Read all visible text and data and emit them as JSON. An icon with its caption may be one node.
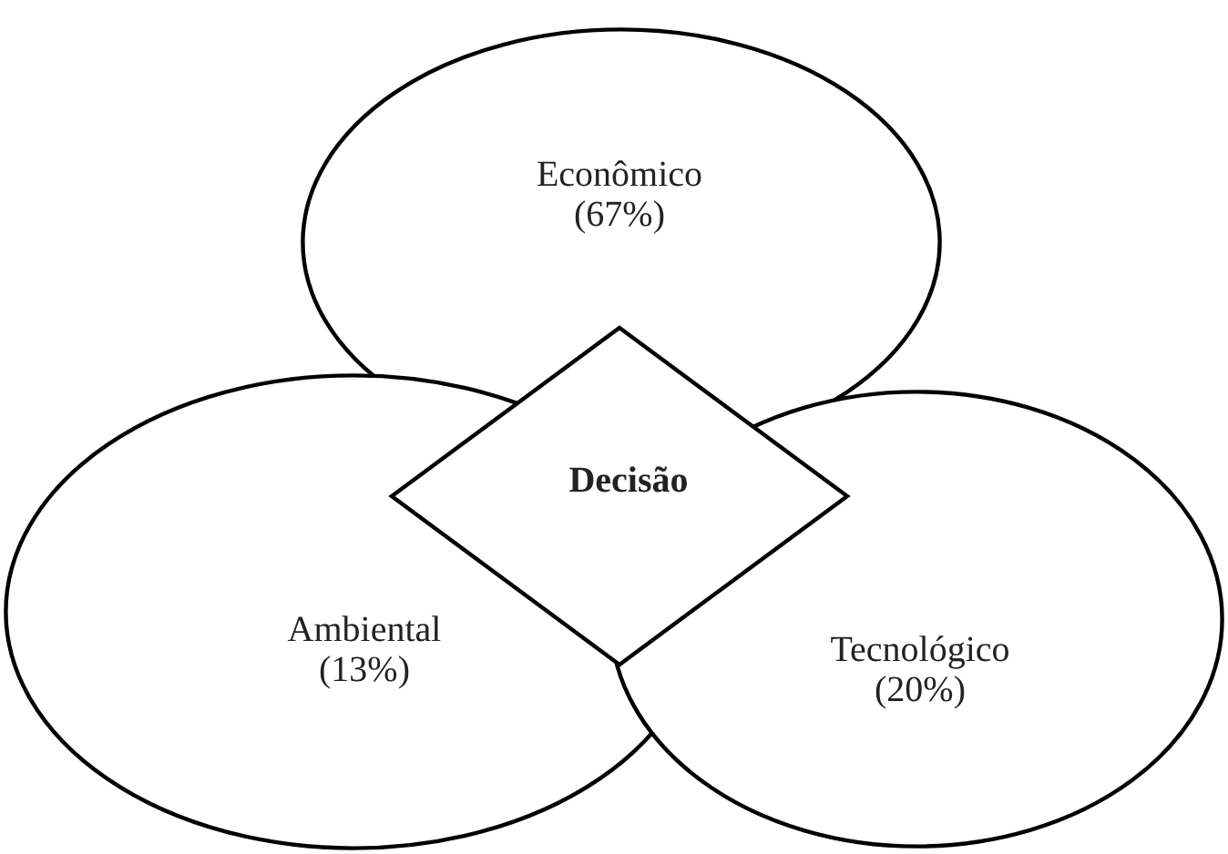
{
  "diagram": {
    "nodes": [
      {
        "text": [
          "Econômico (67%)"
        ]
      },
      {
        "text": [
          "Ambiental (13%)"
        ]
      },
      {
        "text": [
          "Tecnológico (20%)"
        ]
      },
      {
        "text": [
          "Decisão"
        ]
      }
    ],
    "edges": []
  }
}
